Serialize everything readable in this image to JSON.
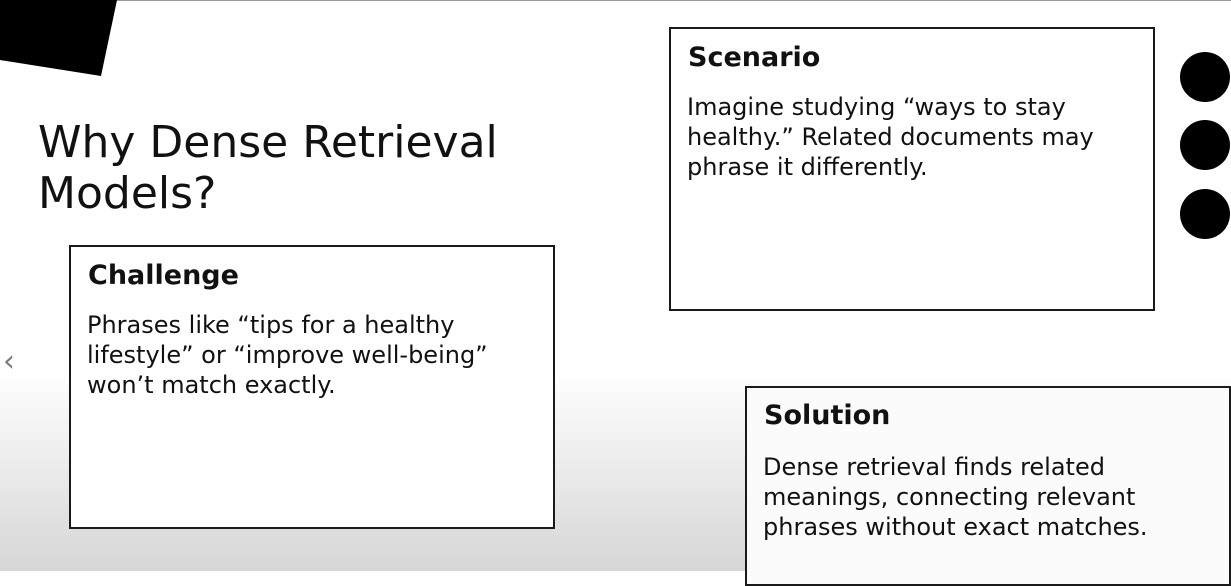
{
  "slide": {
    "title": "Why Dense Retrieval Models?"
  },
  "cards": {
    "challenge": {
      "heading": "Challenge",
      "body": "Phrases like “tips for a healthy lifestyle” or “improve well-being” won’t match exactly."
    },
    "scenario": {
      "heading": "Scenario",
      "body": "Imagine studying “ways to stay healthy.” Related documents may phrase it differently."
    },
    "solution": {
      "heading": "Solution",
      "body": "Dense retrieval finds related meanings, connecting relevant phrases without exact matches."
    }
  },
  "navigation": {
    "prev_glyph": "‹",
    "prev_icon": "chevron-left-icon"
  },
  "decorations": {
    "corner_shape_color": "#000000",
    "dot_color": "#000000",
    "dot_count": 3
  }
}
